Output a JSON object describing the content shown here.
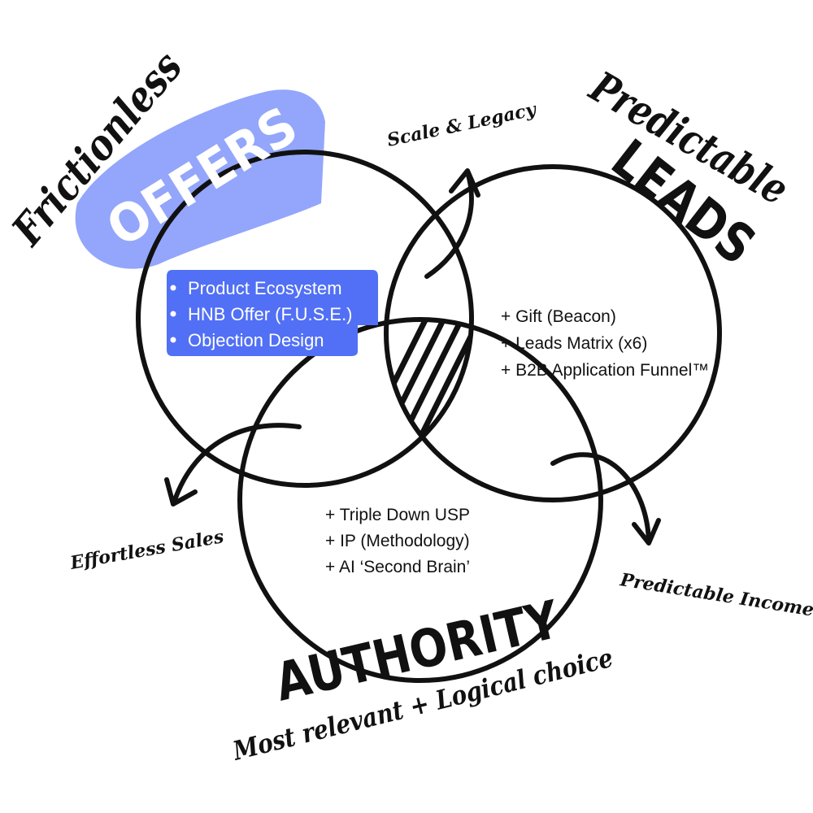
{
  "colors": {
    "accent_box": "#5170f5",
    "offers_blob": "#93a6fb",
    "ink": "#111111"
  },
  "offers": {
    "title_script": "Frictionless",
    "title_block": "OFFERS",
    "items": [
      "Product Ecosystem",
      "HNB Offer (F.U.S.E.)",
      "Objection Design"
    ]
  },
  "leads": {
    "title_script": "Predictable",
    "title_block": "LEADS",
    "items": [
      "+ Gift (Beacon)",
      "+ Leads Matrix (x6)",
      "+ B2B Application Funnel™"
    ]
  },
  "authority": {
    "title_block": "AUTHORITY",
    "subtitle": "Most relevant + Logical choice",
    "items": [
      "+ Triple Down USP",
      "+ IP (Methodology)",
      "+ AI ‘Second Brain’"
    ]
  },
  "outcomes": {
    "top": "Scale & Legacy",
    "left": "Effortless Sales",
    "right": "Predictable Income"
  }
}
